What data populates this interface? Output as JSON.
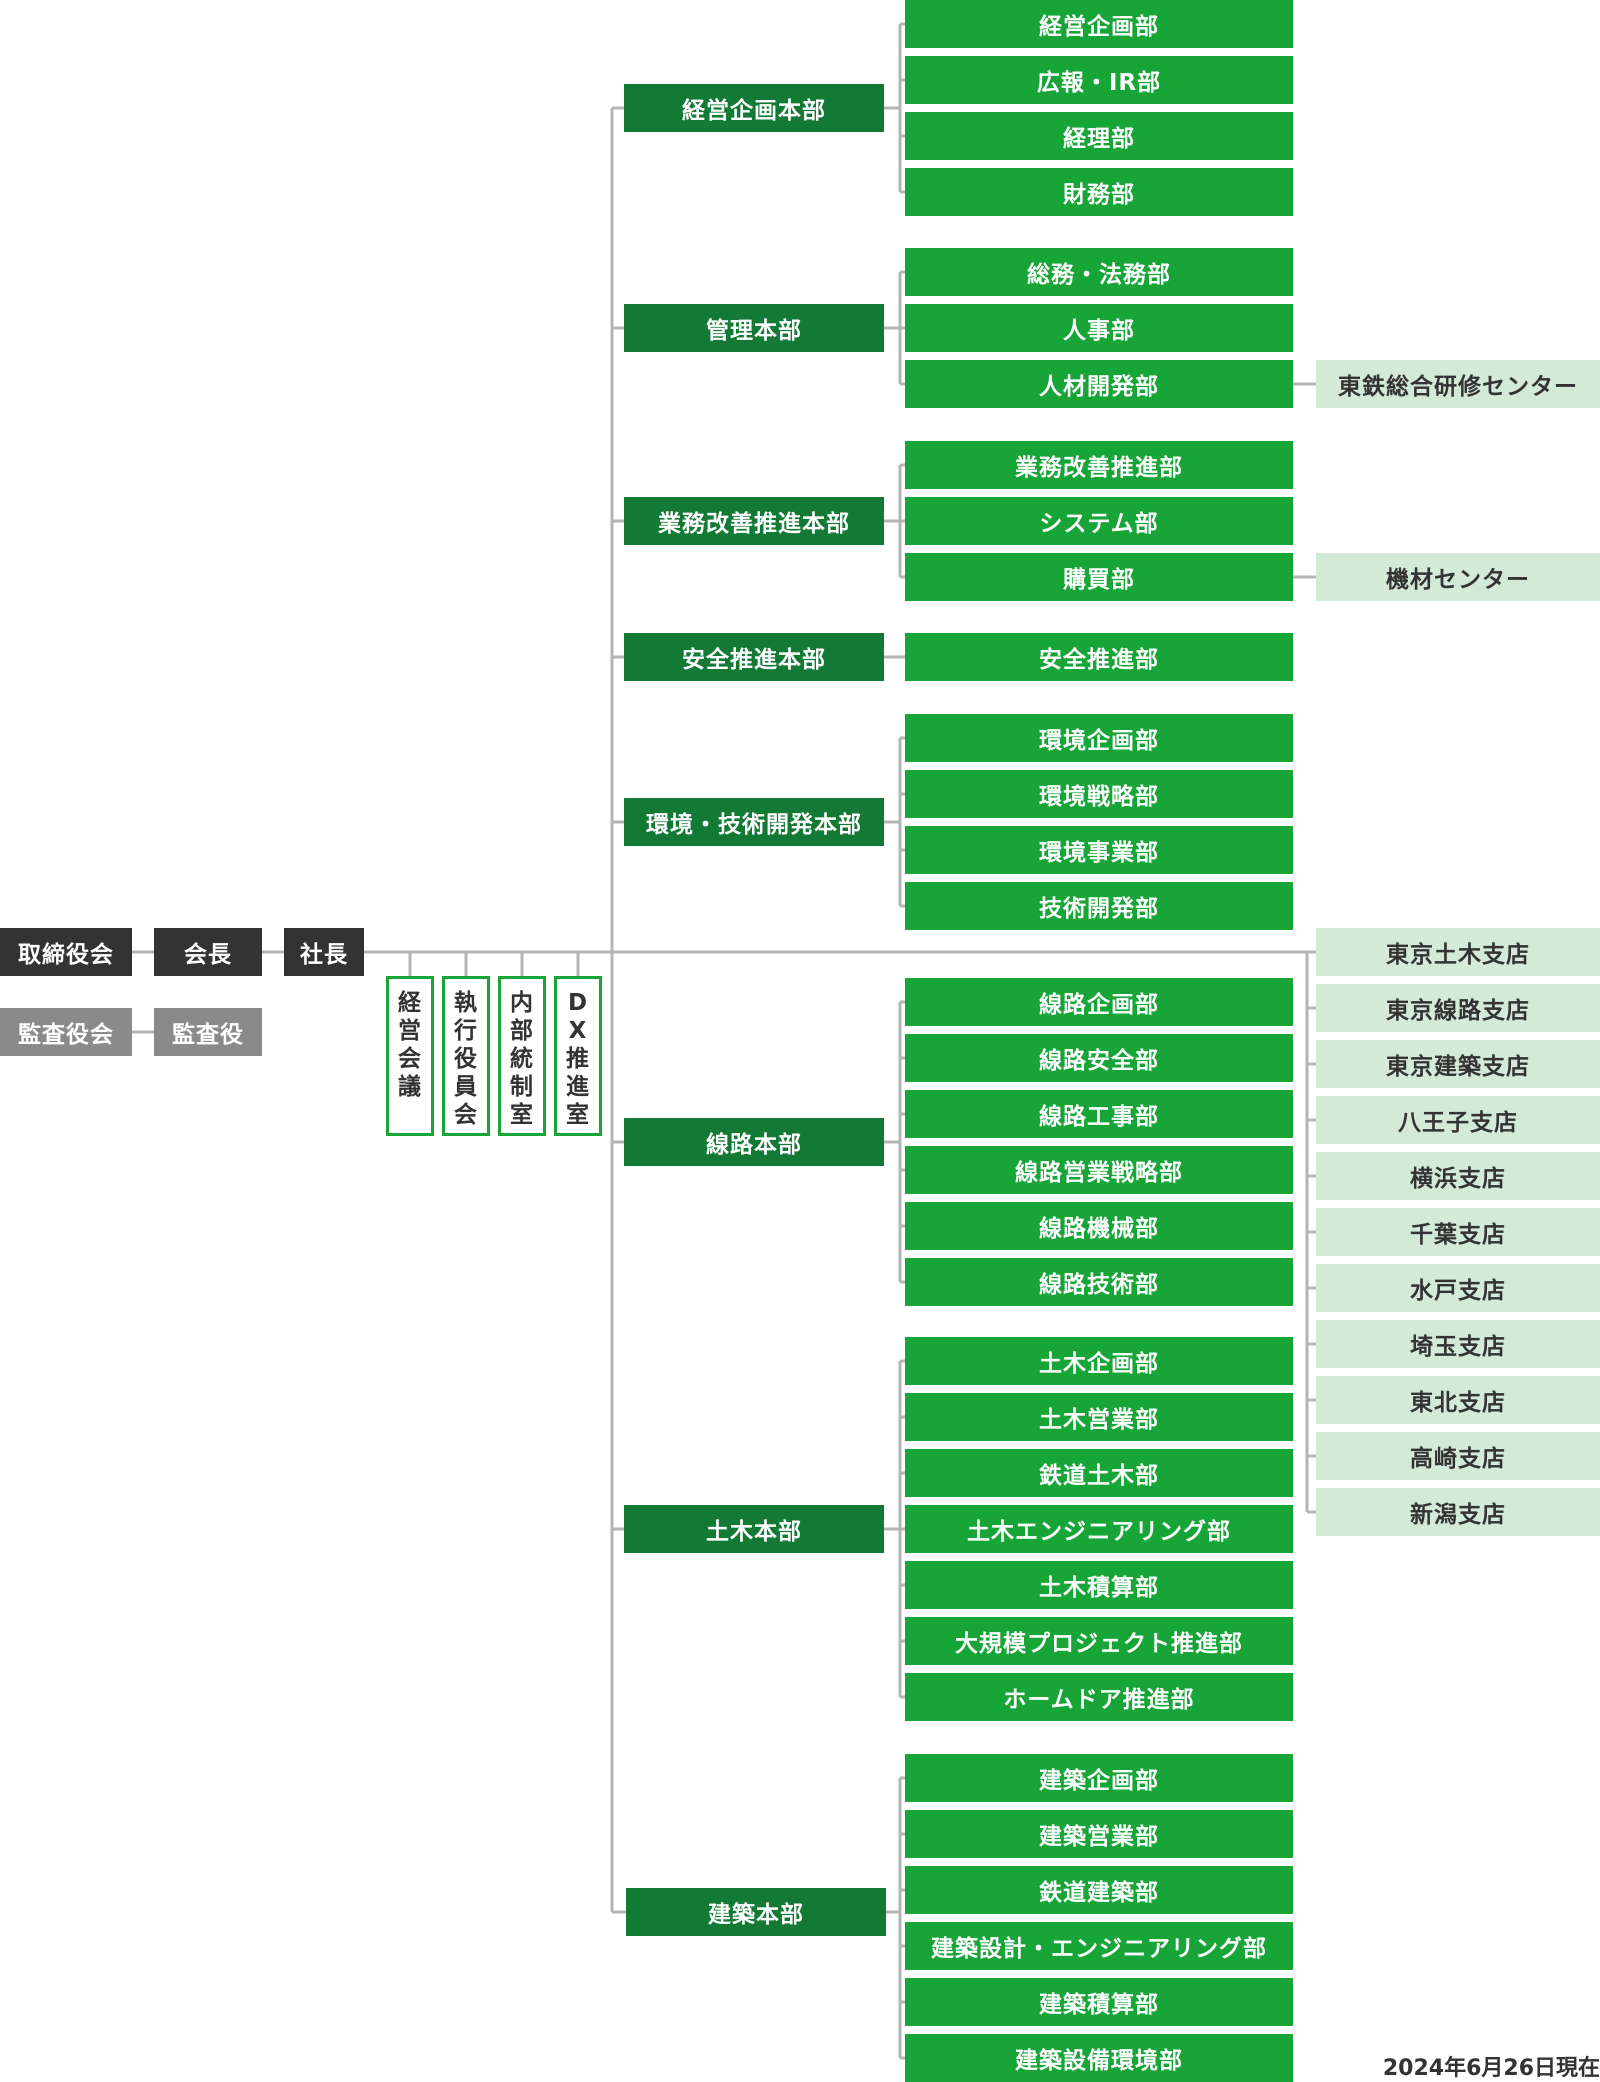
{
  "top": {
    "board": "取締役会",
    "chairman": "会長",
    "president": "社長",
    "audit_board": "監査役会",
    "auditor": "監査役"
  },
  "staff": [
    "経営会議",
    "執行役員会",
    "内部統制室",
    "DX推進室"
  ],
  "headquarters": [
    {
      "name": "経営企画本部",
      "depts": [
        "経営企画部",
        "広報・IR部",
        "経理部",
        "財務部"
      ]
    },
    {
      "name": "管理本部",
      "depts": [
        "総務・法務部",
        "人事部",
        "人材開発部"
      ]
    },
    {
      "name": "業務改善推進本部",
      "depts": [
        "業務改善推進部",
        "システム部",
        "購買部"
      ]
    },
    {
      "name": "安全推進本部",
      "depts": [
        "安全推進部"
      ]
    },
    {
      "name": "環境・技術開発本部",
      "depts": [
        "環境企画部",
        "環境戦略部",
        "環境事業部",
        "技術開発部"
      ]
    },
    {
      "name": "線路本部",
      "depts": [
        "線路企画部",
        "線路安全部",
        "線路工事部",
        "線路営業戦略部",
        "線路機械部",
        "線路技術部"
      ]
    },
    {
      "name": "土木本部",
      "depts": [
        "土木企画部",
        "土木営業部",
        "鉄道土木部",
        "土木エンジニアリング部",
        "土木積算部",
        "大規模プロジェクト推進部",
        "ホームドア推進部"
      ]
    },
    {
      "name": "建築本部",
      "depts": [
        "建築企画部",
        "建築営業部",
        "鉄道建築部",
        "建築設計・エンジニアリング部",
        "建築積算部",
        "建築設備環境部"
      ]
    }
  ],
  "affiliates": {
    "training_center": "東鉄総合研修センター",
    "equipment_center": "機材センター"
  },
  "branches": [
    "東京土木支店",
    "東京線路支店",
    "東京建築支店",
    "八王子支店",
    "横浜支店",
    "千葉支店",
    "水戸支店",
    "埼玉支店",
    "東北支店",
    "高崎支店",
    "新潟支店"
  ],
  "note": "2024年6月26日現在",
  "colors": {
    "exec": "#333333",
    "audit": "#8a8a8a",
    "hq": "#127a34",
    "dept": "#17a538",
    "branch": "#d3ead7",
    "line": "#b4b4b4"
  }
}
